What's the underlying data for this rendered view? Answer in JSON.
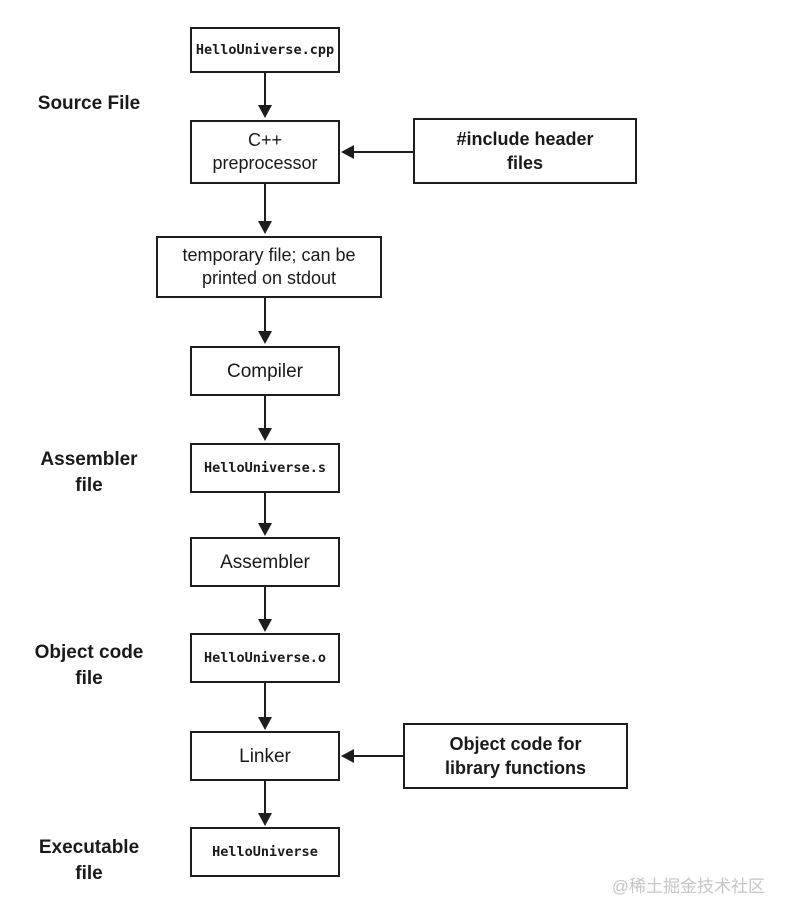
{
  "colors": {
    "line": "#1d1d1d",
    "text": "#1a1a1a",
    "watermark": "#c6c6c6",
    "bg": "#ffffff"
  },
  "flow_nodes": {
    "source_file": "HelloUniverse.cpp",
    "preprocessor": [
      "C++",
      "preprocessor"
    ],
    "temp_file": [
      "temporary file; can be",
      "printed on stdout"
    ],
    "compiler": "Compiler",
    "assembly_file": "HelloUniverse.s",
    "assembler": "Assembler",
    "object_file": "HelloUniverse.o",
    "linker": "Linker",
    "executable": "HelloUniverse"
  },
  "side_nodes": {
    "include_headers": [
      "#include header",
      "files"
    ],
    "object_library": [
      "Object code for",
      "library functions"
    ]
  },
  "stage_labels": {
    "source": [
      "Source File"
    ],
    "assembler": [
      "Assembler",
      "file"
    ],
    "object_code": [
      "Object code",
      "file"
    ],
    "executable": [
      "Executable",
      "file"
    ]
  },
  "watermark": "@稀土掘金技术社区"
}
